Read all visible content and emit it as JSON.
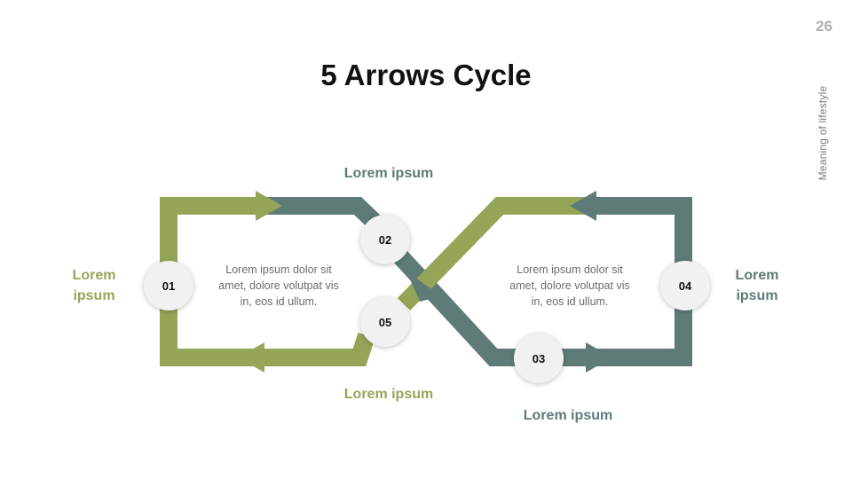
{
  "page_number": "26",
  "side_caption": "Meaning of lifestyle",
  "title": "5 Arrows Cycle",
  "colors": {
    "green": "#95a558",
    "teal": "#5e7b78",
    "node_fill": "#f1f1f1"
  },
  "steps": [
    {
      "number": "01",
      "label": "Lorem ipsum"
    },
    {
      "number": "02",
      "label": "Lorem ipsum"
    },
    {
      "number": "03",
      "label": "Lorem ipsum"
    },
    {
      "number": "04",
      "label": "Lorem ipsum"
    },
    {
      "number": "05",
      "label": "Lorem ipsum"
    }
  ],
  "left_text": "Lorem ipsum dolor sit amet, dolore volutpat vis in, eos id ullum.",
  "right_text": "Lorem ipsum dolor sit amet, dolore volutpat vis in, eos id ullum."
}
